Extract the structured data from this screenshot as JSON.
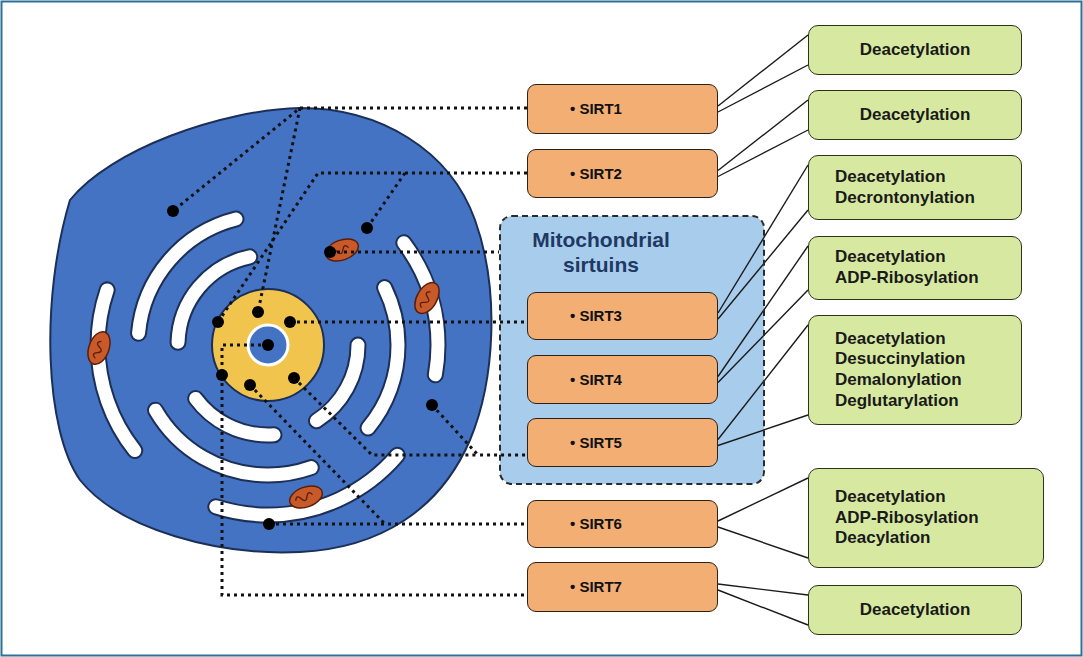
{
  "diagram": {
    "nodes": [
      {
        "text": [
          "• SIRT1"
        ]
      },
      {
        "text": [
          "• SIRT2"
        ]
      },
      {
        "text": [
          "Mitochondrial sirtuins"
        ]
      },
      {
        "text": [
          "• SIRT3"
        ],
        "in": 2
      },
      {
        "text": [
          "• SIRT4"
        ],
        "in": 2
      },
      {
        "text": [
          "• SIRT5"
        ],
        "in": 2
      },
      {
        "text": [
          "• SIRT6"
        ]
      },
      {
        "text": [
          "• SIRT7"
        ]
      },
      {
        "text": [
          "Deacetylation"
        ]
      },
      {
        "text": [
          "Deacetylation"
        ]
      },
      {
        "text": [
          "Deacetylation",
          "Decrontonylation"
        ]
      },
      {
        "text": [
          "Deacetylation",
          "ADP-Ribosylation"
        ]
      },
      {
        "text": [
          "Deacetylation",
          "Desuccinylation",
          "Demalonylation",
          "Deglutarylation"
        ]
      },
      {
        "text": [
          "Deacetylation",
          "ADP-Ribosylation",
          "Deacylation"
        ]
      },
      {
        "text": [
          "Deacetylation"
        ]
      }
    ],
    "edges": [
      {
        "from": 0,
        "to": 8,
        "arrow": "none"
      },
      {
        "from": 0,
        "to": 8,
        "arrow": "none"
      },
      {
        "from": 1,
        "to": 9,
        "arrow": "none"
      },
      {
        "from": 1,
        "to": 9,
        "arrow": "none"
      },
      {
        "from": 3,
        "to": 10,
        "arrow": "none"
      },
      {
        "from": 3,
        "to": 10,
        "arrow": "none"
      },
      {
        "from": 4,
        "to": 11,
        "arrow": "none"
      },
      {
        "from": 4,
        "to": 11,
        "arrow": "none"
      },
      {
        "from": 5,
        "to": 12,
        "arrow": "none"
      },
      {
        "from": 5,
        "to": 12,
        "arrow": "none"
      },
      {
        "from": 6,
        "to": 13,
        "arrow": "none"
      },
      {
        "from": 6,
        "to": 13,
        "arrow": "none"
      },
      {
        "from": 7,
        "to": 14,
        "arrow": "none"
      },
      {
        "from": 7,
        "to": 14,
        "arrow": "none"
      }
    ]
  }
}
